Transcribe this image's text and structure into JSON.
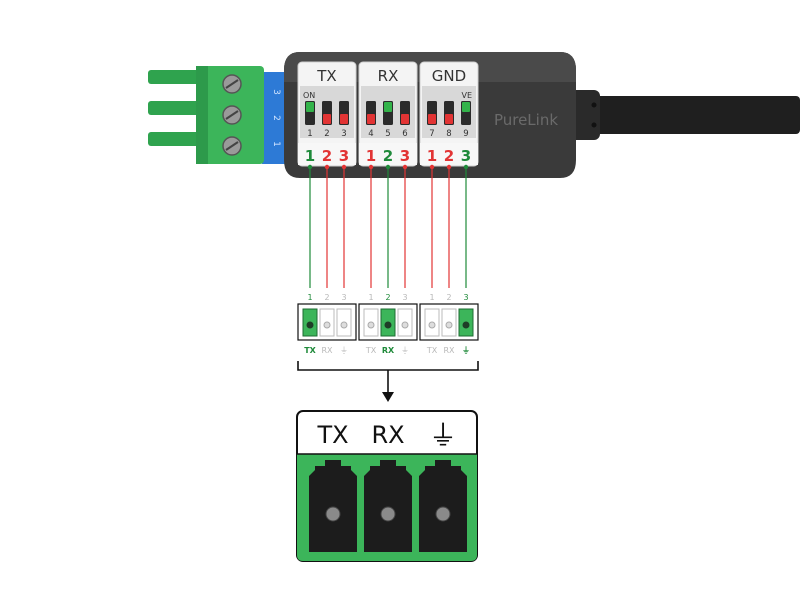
{
  "colors": {
    "green": "#1f8a3a",
    "bright_green": "#33b34a",
    "red": "#e23434",
    "gray": "#b9b9b9",
    "body": "#3a3a3a",
    "body_top": "#4a4a4a",
    "cable": "#1f1f1f",
    "blue": "#2d7ad6",
    "terminal_green": "#3cb55a"
  },
  "device": {
    "brand": "PureLink",
    "on_label": "ON",
    "ve_label": "VE",
    "blue_block_numbers": [
      "3",
      "2",
      "1"
    ]
  },
  "groups": [
    {
      "label": "TX",
      "switches": [
        {
          "number": "1",
          "color": "green"
        },
        {
          "number": "2",
          "color": "red"
        },
        {
          "number": "3",
          "color": "red"
        }
      ],
      "channels": [
        {
          "number": "1",
          "color": "green"
        },
        {
          "number": "2",
          "color": "red"
        },
        {
          "number": "3",
          "color": "red"
        }
      ],
      "mini": {
        "numbers": [
          "1",
          "2",
          "3"
        ],
        "active_index": 0,
        "labels": [
          {
            "text": "TX",
            "active": true
          },
          {
            "text": "RX",
            "active": false
          },
          {
            "text": "⏚",
            "active": false
          }
        ]
      }
    },
    {
      "label": "RX",
      "switches": [
        {
          "number": "4",
          "color": "red"
        },
        {
          "number": "5",
          "color": "green"
        },
        {
          "number": "6",
          "color": "red"
        }
      ],
      "channels": [
        {
          "number": "1",
          "color": "red"
        },
        {
          "number": "2",
          "color": "green"
        },
        {
          "number": "3",
          "color": "red"
        }
      ],
      "mini": {
        "numbers": [
          "1",
          "2",
          "3"
        ],
        "active_index": 1,
        "labels": [
          {
            "text": "TX",
            "active": false
          },
          {
            "text": "RX",
            "active": true
          },
          {
            "text": "⏚",
            "active": false
          }
        ]
      }
    },
    {
      "label": "GND",
      "switches": [
        {
          "number": "7",
          "color": "red"
        },
        {
          "number": "8",
          "color": "red"
        },
        {
          "number": "9",
          "color": "green"
        }
      ],
      "channels": [
        {
          "number": "1",
          "color": "red"
        },
        {
          "number": "2",
          "color": "red"
        },
        {
          "number": "3",
          "color": "green"
        }
      ],
      "mini": {
        "numbers": [
          "1",
          "2",
          "3"
        ],
        "active_index": 2,
        "labels": [
          {
            "text": "TX",
            "active": false
          },
          {
            "text": "RX",
            "active": false
          },
          {
            "text": "⏚",
            "active": true
          }
        ]
      }
    }
  ],
  "result": {
    "labels": [
      "TX",
      "RX",
      "⏚"
    ]
  }
}
